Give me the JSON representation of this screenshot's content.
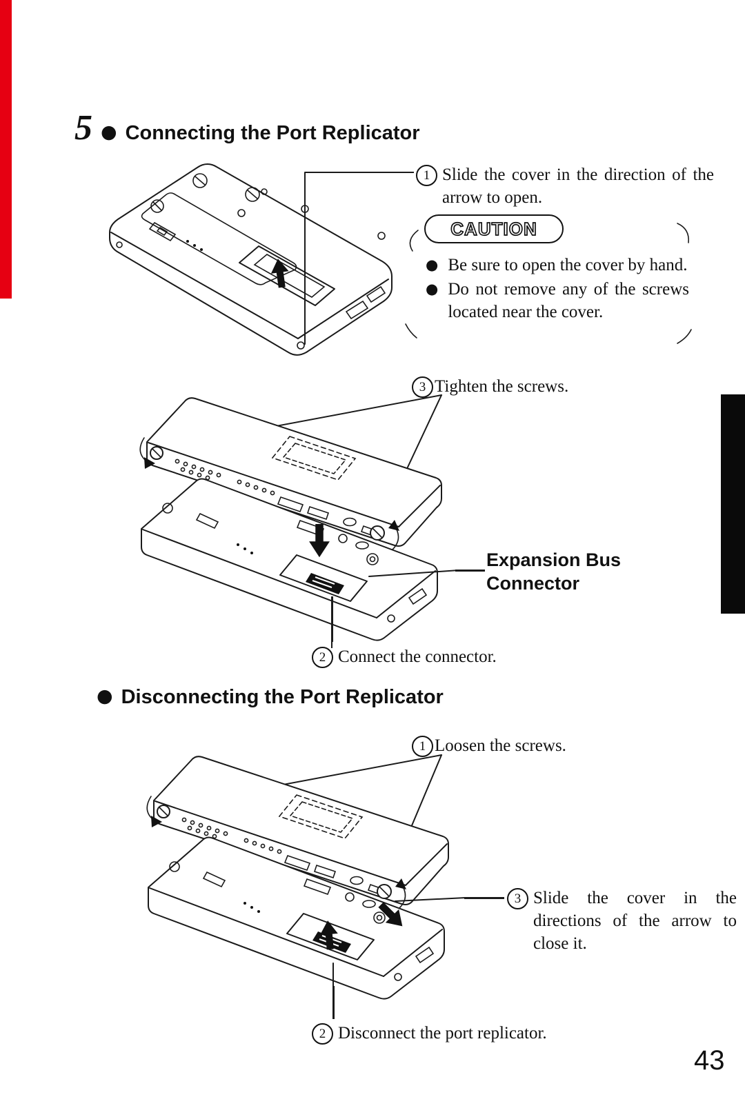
{
  "page": {
    "number": "43"
  },
  "colors": {
    "ink": "#111111",
    "red_bar": "#e60012",
    "side_tab": "#0a0a0a",
    "paper": "#ffffff"
  },
  "connect": {
    "step_number": "5",
    "bullet": "●",
    "title": "Connecting the Port Replicator",
    "step1": {
      "num": "1",
      "text": "Slide the cover in the direction of the arrow to open."
    },
    "caution": {
      "label": "CAUTION",
      "bullet": "●",
      "items": [
        "Be sure to open the cover by hand.",
        "Do not remove any of the screws located near the cover."
      ]
    },
    "step3": {
      "num": "3",
      "text": "Tighten the screws."
    },
    "callout_expansion": "Expansion Bus Connector",
    "step2": {
      "num": "2",
      "text": "Connect the connector."
    }
  },
  "disconnect": {
    "bullet": "●",
    "title": "Disconnecting the Port Replicator",
    "step1": {
      "num": "1",
      "text": "Loosen the screws."
    },
    "step3": {
      "num": "3",
      "text": "Slide the cover in the directions of the arrow to close it."
    },
    "step2": {
      "num": "2",
      "text": "Disconnect the port replicator."
    }
  }
}
